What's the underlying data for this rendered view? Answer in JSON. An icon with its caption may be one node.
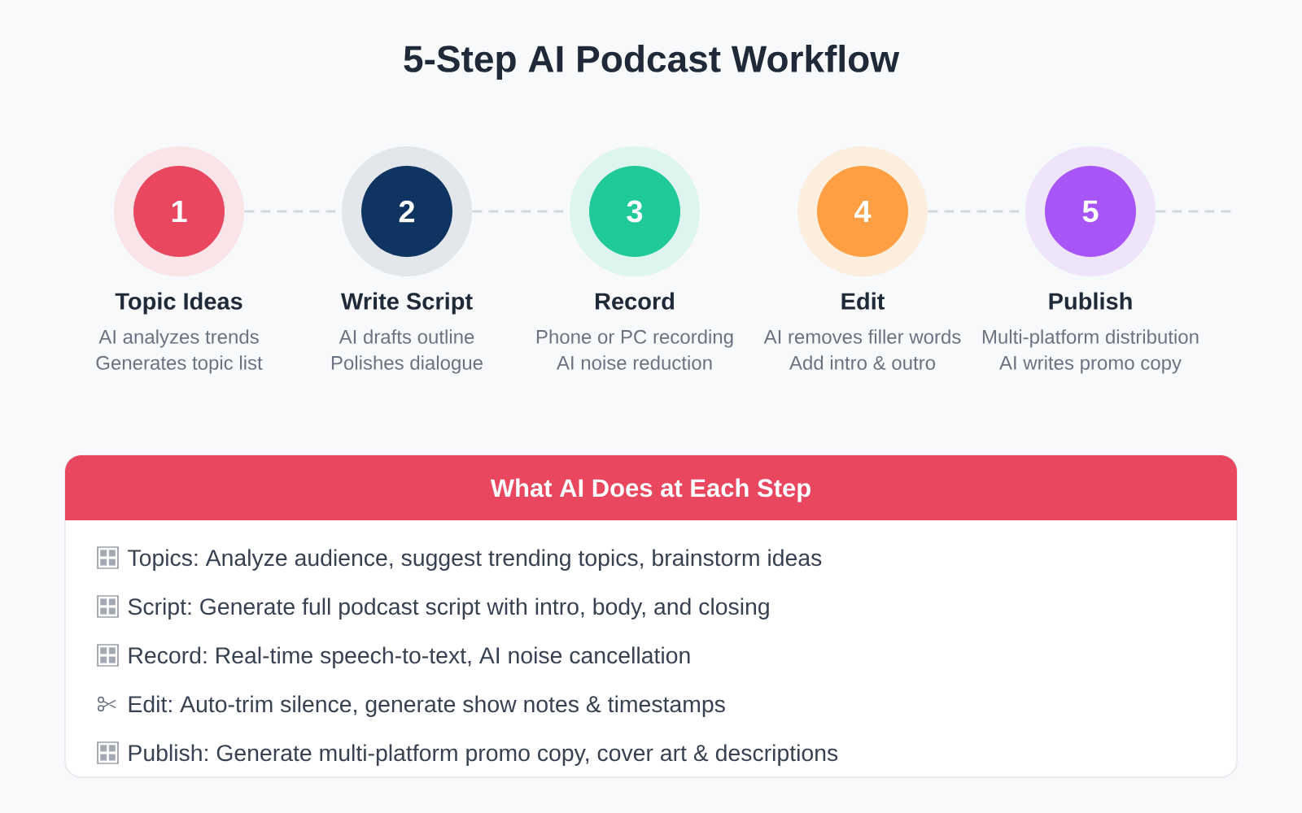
{
  "diagram": {
    "title": "5-Step AI Podcast Workflow",
    "nodes": [
      {
        "text": [
          "1",
          "Topic Ideas",
          "AI analyzes trends",
          "Generates topic list"
        ]
      },
      {
        "text": [
          "2",
          "Write Script",
          "AI drafts outline",
          "Polishes dialogue"
        ]
      },
      {
        "text": [
          "3",
          "Record",
          "Phone or PC recording",
          "AI noise reduction"
        ]
      },
      {
        "text": [
          "4",
          "Edit",
          "AI removes filler words",
          "Add intro & outro"
        ]
      },
      {
        "text": [
          "5",
          "Publish",
          "Multi-platform distribution",
          "AI writes promo copy"
        ]
      },
      {
        "text": [
          "What AI Does at Each Step",
          "Topics: Analyze audience, suggest trending topics, brainstorm ideas",
          "Script: Generate full podcast script with intro, body, and closing",
          "Record: Real-time speech-to-text, AI noise cancellation",
          "Edit: Auto-trim silence, generate show notes & timestamps",
          "Publish: Generate multi-platform promo copy, cover art & descriptions"
        ]
      }
    ],
    "edges": [
      {
        "from": 0,
        "to": 1,
        "arrow": "none",
        "style": "dashed"
      },
      {
        "from": 1,
        "to": 2,
        "arrow": "none",
        "style": "dashed"
      },
      {
        "from": 3,
        "to": 4,
        "arrow": "none",
        "style": "dashed"
      },
      {
        "from": 4,
        "to": null,
        "arrow": "none",
        "style": "dashed"
      }
    ]
  }
}
